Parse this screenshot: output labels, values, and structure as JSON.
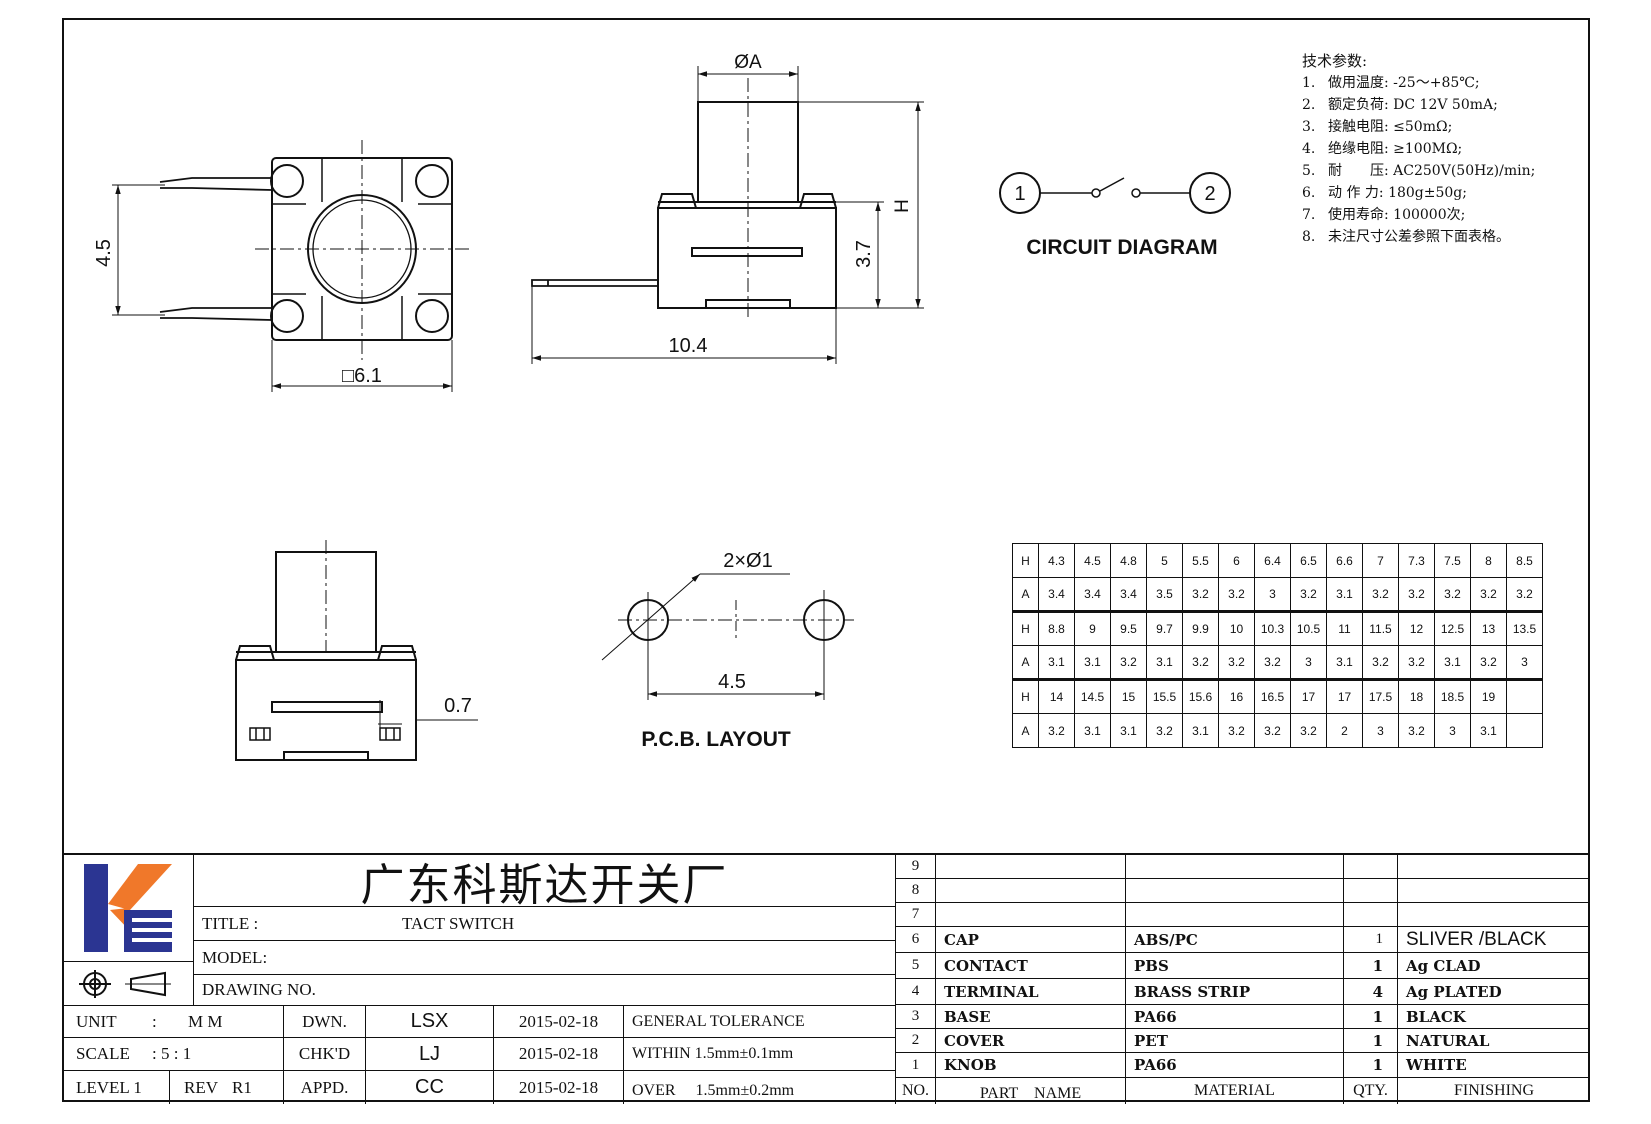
{
  "drawing": {
    "dim_pin_pitch_side": "4.5",
    "dim_body_square": "□6.1",
    "dim_knob_diameter": "ØA",
    "dim_overall_height": "H",
    "dim_body_height": "3.7",
    "dim_total_length": "10.4",
    "dim_leg_offset": "0.7",
    "pcb_hole_spec": "2×Ø1",
    "pcb_pitch": "4.5",
    "pcb_layout_label": "P.C.B. LAYOUT",
    "circuit_label": "CIRCUIT DIAGRAM",
    "circuit_pin1": "1",
    "circuit_pin2": "2"
  },
  "specs": {
    "title": "技术参数:",
    "items": [
      {
        "n": "1.",
        "text": "做用温度: -25～+85℃;"
      },
      {
        "n": "2.",
        "text": "额定负荷: DC 12V 50mA;"
      },
      {
        "n": "3.",
        "text": "接触电阻: ≤50mΩ;"
      },
      {
        "n": "4.",
        "text": "绝缘电阻: ≥100MΩ;"
      },
      {
        "n": "5.",
        "text": "耐　　压: AC250V(50Hz)/min;"
      },
      {
        "n": "6.",
        "text": "动 作 力: 180g±50g;"
      },
      {
        "n": "7.",
        "text": "使用寿命: 100000次;"
      },
      {
        "n": "8.",
        "text": "未注尺寸公差参照下面表格。"
      }
    ]
  },
  "dim_table": [
    {
      "key": "H",
      "values": [
        "4.3",
        "4.5",
        "4.8",
        "5",
        "5.5",
        "6",
        "6.4",
        "6.5",
        "6.6",
        "7",
        "7.3",
        "7.5",
        "8",
        "8.5"
      ]
    },
    {
      "key": "A",
      "values": [
        "3.4",
        "3.4",
        "3.4",
        "3.5",
        "3.2",
        "3.2",
        "3",
        "3.2",
        "3.1",
        "3.2",
        "3.2",
        "3.2",
        "3.2",
        "3.2"
      ]
    },
    {
      "key": "H",
      "values": [
        "8.8",
        "9",
        "9.5",
        "9.7",
        "9.9",
        "10",
        "10.3",
        "10.5",
        "11",
        "11.5",
        "12",
        "12.5",
        "13",
        "13.5"
      ]
    },
    {
      "key": "A",
      "values": [
        "3.1",
        "3.1",
        "3.2",
        "3.1",
        "3.2",
        "3.2",
        "3.2",
        "3",
        "3.1",
        "3.2",
        "3.2",
        "3.1",
        "3.2",
        "3"
      ]
    },
    {
      "key": "H",
      "values": [
        "14",
        "14.5",
        "15",
        "15.5",
        "15.6",
        "16",
        "16.5",
        "17",
        "17",
        "17.5",
        "18",
        "18.5",
        "19",
        ""
      ]
    },
    {
      "key": "A",
      "values": [
        "3.2",
        "3.1",
        "3.1",
        "3.2",
        "3.1",
        "3.2",
        "3.2",
        "3.2",
        "2",
        "3",
        "3.2",
        "3",
        "3.1",
        ""
      ]
    }
  ],
  "title_block": {
    "company": "广东科斯达开关厂",
    "title_label": "TITLE :",
    "title_value": "TACT SWITCH",
    "model_label": "MODEL:",
    "drawing_no_label": "DRAWING NO.",
    "unit_label": "UNIT",
    "unit_colon": ":",
    "unit_value": "M M",
    "scale_label": "SCALE",
    "scale_value": ": 5 : 1",
    "level_label": "LEVEL 1",
    "rev_label": "REV",
    "rev_value": "R1",
    "dwn_label": "DWN.",
    "chk_label": "CHK'D",
    "appd_label": "APPD.",
    "dwn_name": "LSX",
    "chk_name": "LJ",
    "appd_name": "CC",
    "dwn_date": "2015-02-18",
    "chk_date": "2015-02-18",
    "appd_date": "2015-02-18",
    "tol_title": "GENERAL TOLERANCE",
    "tol_within": "WITHIN 1.5mm±0.1mm",
    "tol_over": "OVER　 1.5mm±0.2mm"
  },
  "bom": {
    "headers": {
      "no": "NO.",
      "part": "PART　NAME",
      "material": "MATERIAL",
      "qty": "QTY.",
      "finishing": "FINISHING"
    },
    "rows": [
      {
        "no": "9",
        "part": "",
        "material": "",
        "qty": "",
        "finishing": ""
      },
      {
        "no": "8",
        "part": "",
        "material": "",
        "qty": "",
        "finishing": ""
      },
      {
        "no": "7",
        "part": "",
        "material": "",
        "qty": "",
        "finishing": ""
      },
      {
        "no": "6",
        "part": "CAP",
        "material": "ABS/PC",
        "qty": "1",
        "finishing": "SLIVER /BLACK"
      },
      {
        "no": "5",
        "part": "CONTACT",
        "material": "PBS",
        "qty": "1",
        "finishing": "Ag CLAD"
      },
      {
        "no": "4",
        "part": "TERMINAL",
        "material": "BRASS STRIP",
        "qty": "4",
        "finishing": "Ag PLATED"
      },
      {
        "no": "3",
        "part": "BASE",
        "material": "PA66",
        "qty": "1",
        "finishing": "BLACK"
      },
      {
        "no": "2",
        "part": "COVER",
        "material": "PET",
        "qty": "1",
        "finishing": "NATURAL"
      },
      {
        "no": "1",
        "part": "KNOB",
        "material": "PA66",
        "qty": "1",
        "finishing": "WHITE"
      }
    ]
  },
  "colors": {
    "logo_blue": "#2b3592",
    "logo_orange": "#f0782a",
    "ink": "#111111"
  }
}
